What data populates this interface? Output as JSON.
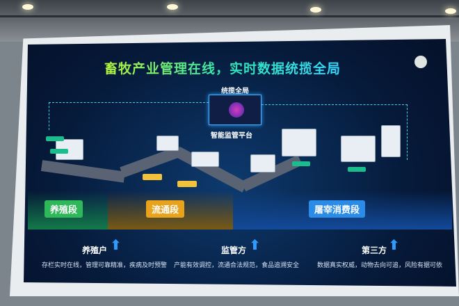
{
  "title": "畜牧产业管理在线，实时数据统揽全局",
  "platform": {
    "overview_label": "统揽全局",
    "platform_label": "智能监管平台"
  },
  "stages": [
    {
      "label": "养殖段",
      "color": "#2fb85a"
    },
    {
      "label": "流通段",
      "color": "#e8a21c"
    },
    {
      "label": "屠宰消费段",
      "color": "#2b8ce8"
    }
  ],
  "stakeholders": [
    {
      "name": "养殖户",
      "desc": "存栏实时在线，管理可靠精准，疾病及时预警"
    },
    {
      "name": "监管方",
      "desc": "产能有效调控，流通合法规范，食品追溯安全"
    },
    {
      "name": "第三方",
      "desc": "数据真实权威，动物去向可追，风险有据可依"
    }
  ],
  "colors": {
    "screen_bg": "#061a3a",
    "title_gradient": [
      "#b5f53a",
      "#37d7ff"
    ],
    "arrow": "#2f9bff"
  }
}
